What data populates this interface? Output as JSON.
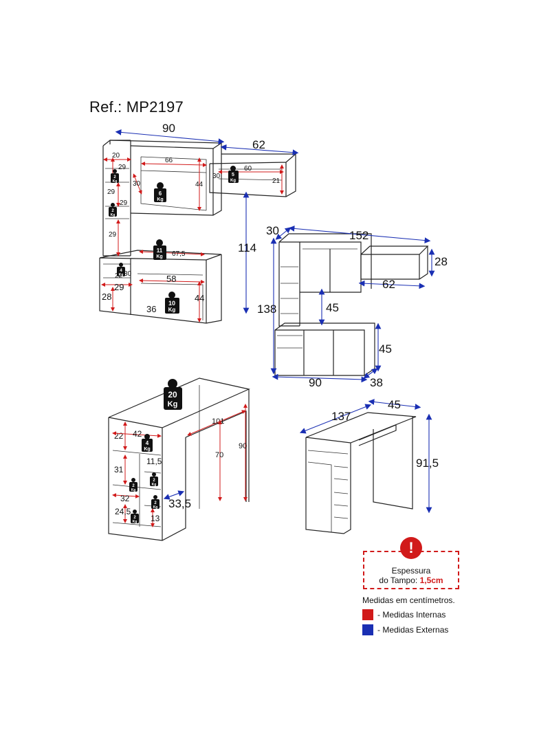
{
  "header": {
    "ref": "Ref.: MP2197"
  },
  "colors": {
    "external": "#1a2fb3",
    "internal": "#d11a1a",
    "warning": "#d11a1a"
  },
  "top_left": {
    "ext": {
      "width_90": "90",
      "width_62": "62",
      "height_114": "114"
    },
    "int": {
      "a20": "20",
      "a29": "29",
      "a66": "66",
      "a44": "44",
      "a30": "30",
      "a60": "60",
      "a21": "21",
      "b30": "30",
      "b29": "29",
      "c29": "29",
      "a67_5": "67,5",
      "a22": "22",
      "d30": "30",
      "a58": "58",
      "e29": "29",
      "a28": "28",
      "b44": "44",
      "a36": "36"
    },
    "weights": {
      "w6": "6",
      "w5": "5",
      "w2a": "2",
      "w2b": "2",
      "w11": "11",
      "w4": "4",
      "w10": "10",
      "unit": "Kg"
    }
  },
  "top_right": {
    "ext": {
      "d30": "30",
      "w152": "152",
      "h28": "28",
      "d62": "62",
      "h138": "138",
      "gap45": "45",
      "h45": "45",
      "w90": "90",
      "d38": "38"
    }
  },
  "bottom_left": {
    "ext": {
      "d33_5": "33,5"
    },
    "int": {
      "w101": "101",
      "h70": "70",
      "h90": "90",
      "a22": "22",
      "a42": "42",
      "a11_5": "11,5",
      "a31": "31",
      "a32": "32",
      "a24_5": "24,5",
      "a13": "13"
    },
    "weights": {
      "w20": "20",
      "w4": "4",
      "w2a": "2",
      "w2b": "2",
      "w2c": "2",
      "w2d": "2",
      "unit": "Kg"
    }
  },
  "bottom_right": {
    "ext": {
      "w137": "137",
      "d45": "45",
      "h91_5": "91,5"
    }
  },
  "notice": {
    "line1": "Espessura",
    "line2": "do Tampo: ",
    "value": "1,5cm"
  },
  "legend": {
    "title": "Medidas em centímetros.",
    "internal": "- Medidas Internas",
    "external": "- Medidas Externas"
  }
}
